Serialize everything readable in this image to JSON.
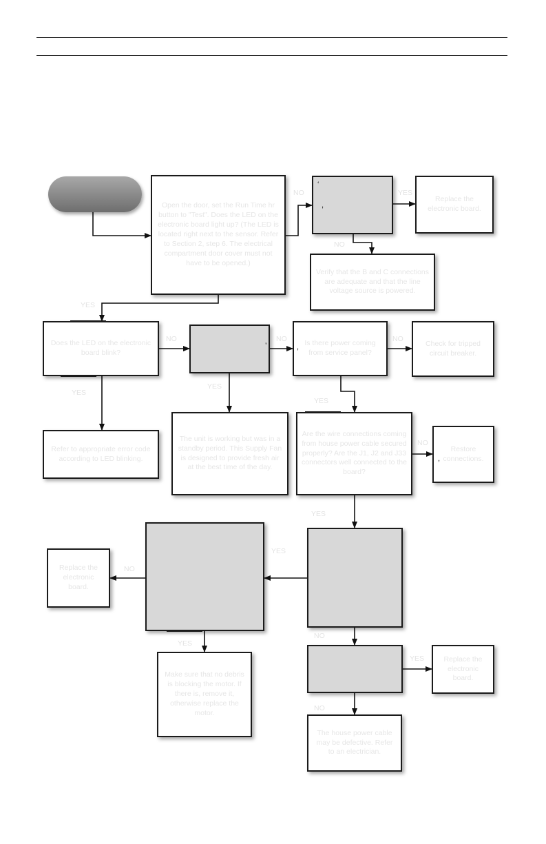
{
  "header": {
    "line_count": 2
  },
  "nodes": {
    "start": "",
    "open_door": "Open the door, set the Run Time hr button to \"Test\". Does the LED on the electronic board light up? (The LED is located right next to the sensor. Refer to Section 2, step 6. The electrical compartment door cover must not have to be opened.)",
    "q_top_grey": "",
    "replace_board_1": "Replace the electronic board.",
    "verify_connections": "Verify that the B and C connections are adequate and that the line voltage source is powered.",
    "led_blink": "Does the LED on the electronic board blink?",
    "q_mid_grey": "",
    "power_panel": "Is there power coming from service panel?",
    "check_breaker": "Check for tripped circuit breaker.",
    "refer_error": "Refer to appropriate error code according to LED blinking.",
    "standby": "The unit is working but was in a standby period. This Supply Fan is designed to provide fresh air at the best time of the day.",
    "wire_connections": "Are the wire connections coming from house power cable secured properly? Are the J1, J2 and J33 connectors well connected to the board?",
    "restore": "Restore connections.",
    "q_big_grey": "",
    "replace_board_2": "Replace the electronic board.",
    "q_right_grey": "",
    "motor_debris": "Make sure that no debris is blocking the motor. If there is, remove it, otherwise replace the motor.",
    "q_small_grey": "",
    "replace_board_3": "Replace the electronic board.",
    "house_cable": "The house power cable may be defective. Refer to an electrician."
  },
  "labels": {
    "no_1": "NO",
    "yes_1": "YES",
    "no_2": "NO",
    "yes_2": "YES",
    "no_3": "NO",
    "yes_3": "YES",
    "no_4": "NO",
    "no_5": "NO",
    "yes_4": "YES",
    "yes_5": "YES",
    "no_6": "NO",
    "yes_6": "YES",
    "no_7": "NO",
    "yes_7": "YES",
    "yes_8": "YES",
    "no_8": "NO",
    "yes_9": "YES",
    "no_9": "NO"
  }
}
